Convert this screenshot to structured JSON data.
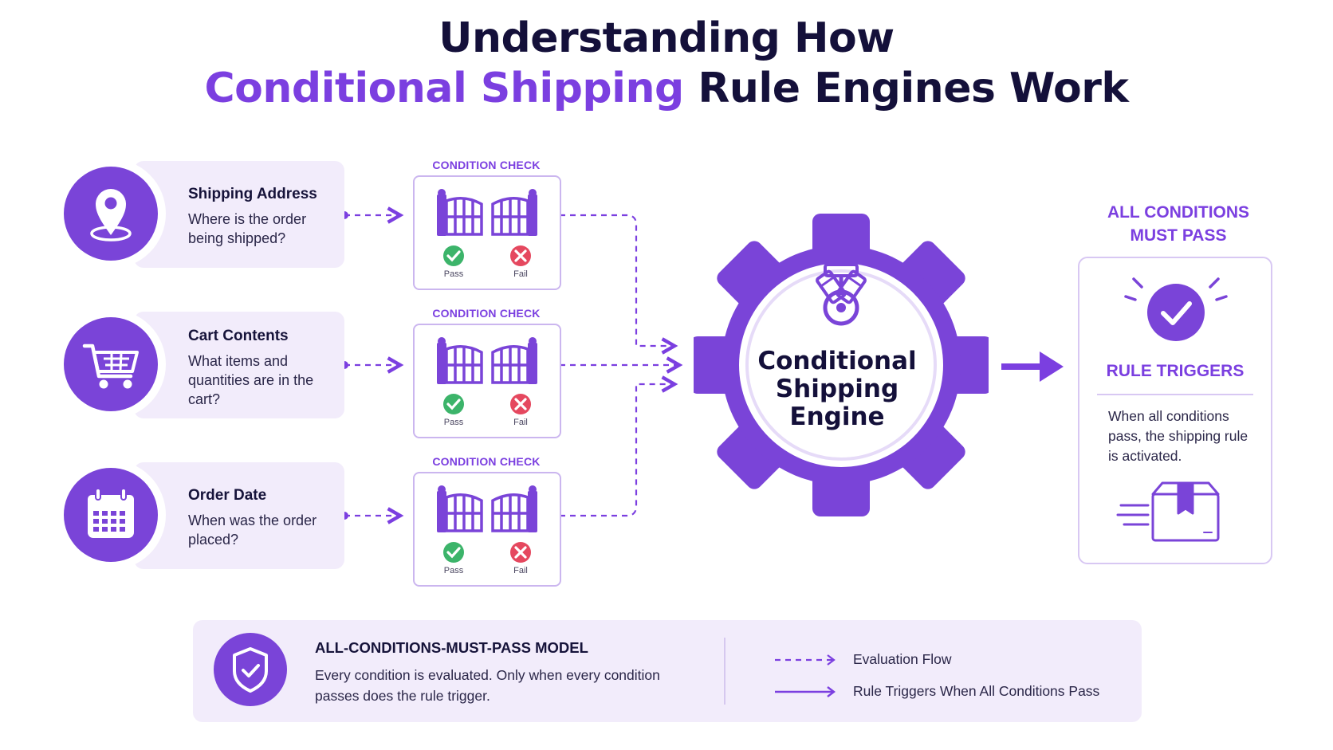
{
  "title": {
    "line1": "Understanding How",
    "line2_accent": "Conditional Shipping",
    "line2_rest": "Rule Engines Work"
  },
  "inputs": [
    {
      "icon": "location-pin-icon",
      "title": "Shipping Address",
      "desc": "Where is the order being shipped?"
    },
    {
      "icon": "shopping-cart-icon",
      "title": "Cart Contents",
      "desc": "What items and quantities are in the cart?"
    },
    {
      "icon": "calendar-icon",
      "title": "Order Date",
      "desc": "When was the order placed?"
    }
  ],
  "condition_checks": [
    {
      "label": "CONDITION CHECK",
      "pass": "Pass",
      "fail": "Fail"
    },
    {
      "label": "CONDITION CHECK",
      "pass": "Pass",
      "fail": "Fail"
    },
    {
      "label": "CONDITION CHECK",
      "pass": "Pass",
      "fail": "Fail"
    }
  ],
  "engine": {
    "line1": "Conditional",
    "line2": "Shipping",
    "line3": "Engine"
  },
  "result": {
    "heading_line1": "ALL CONDITIONS",
    "heading_line2": "MUST PASS",
    "rule_triggers": "RULE TRIGGERS",
    "desc": "When all conditions pass, the shipping rule is activated."
  },
  "legend": {
    "title": "ALL-CONDITIONS-MUST-PASS MODEL",
    "desc": "Every condition is evaluated. Only when every condition passes does the rule trigger.",
    "dashed_label": "Evaluation Flow",
    "solid_label": "Rule Triggers When All Conditions Pass"
  },
  "colors": {
    "accent": "#7b3fe0",
    "primary_purple": "#7a44d8",
    "panel_bg": "#f2ecfb",
    "pass_green": "#3cb46a",
    "fail_red": "#e5485f",
    "dark_text": "#14103a"
  }
}
